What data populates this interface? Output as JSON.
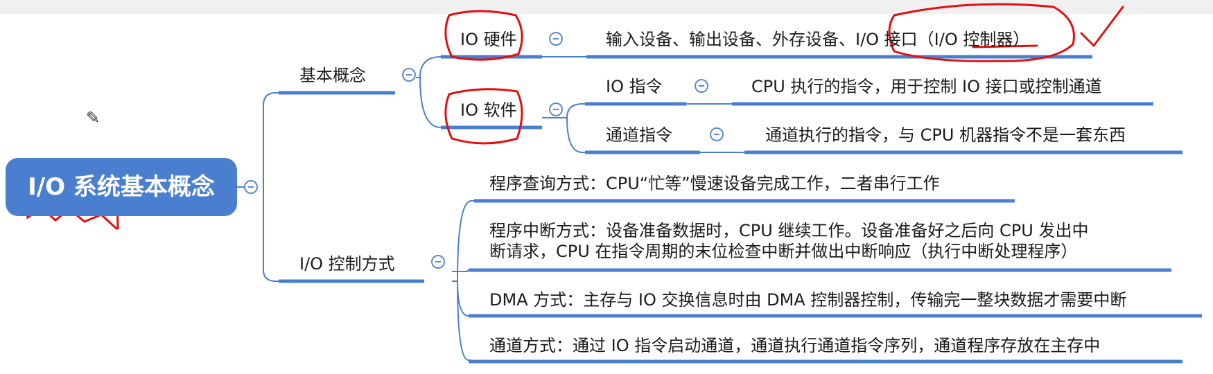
{
  "colors": {
    "accent": "#4a7fd0",
    "line": "#4a7fd0",
    "annotation": "#e01010"
  },
  "root": {
    "label": "I/O 系统基本概念"
  },
  "branches": [
    {
      "label": "基本概念",
      "children": [
        {
          "label": "IO 硬件",
          "note": "输入设备、输出设备、外存设备、I/O 接口（I/O 控制器）"
        },
        {
          "label": "IO 软件",
          "children": [
            {
              "label": "IO 指令",
              "note": "CPU 执行的指令，用于控制 IO 接口或控制通道"
            },
            {
              "label": "通道指令",
              "note": "通道执行的指令，与 CPU 机器指令不是一套东西"
            }
          ]
        }
      ]
    },
    {
      "label": "I/O 控制方式",
      "children": [
        {
          "lines": [
            "程序查询方式：CPU“忙等”慢速设备完成工作，二者串行工作"
          ]
        },
        {
          "lines": [
            "程序中断方式：设备准备数据时，CPU 继续工作。设备准备好之后向 CPU 发出中",
            "断请求，CPU 在指令周期的末位检查中断并做出中断响应（执行中断处理程序）"
          ]
        },
        {
          "lines": [
            "DMA 方式：主存与 IO 交换信息时由 DMA 控制器控制，传输完一整块数据才需要中断"
          ]
        },
        {
          "lines": [
            "通道方式：通过 IO 指令启动通道，通道执行通道指令序列，通道程序存放在主存中"
          ]
        }
      ]
    }
  ]
}
